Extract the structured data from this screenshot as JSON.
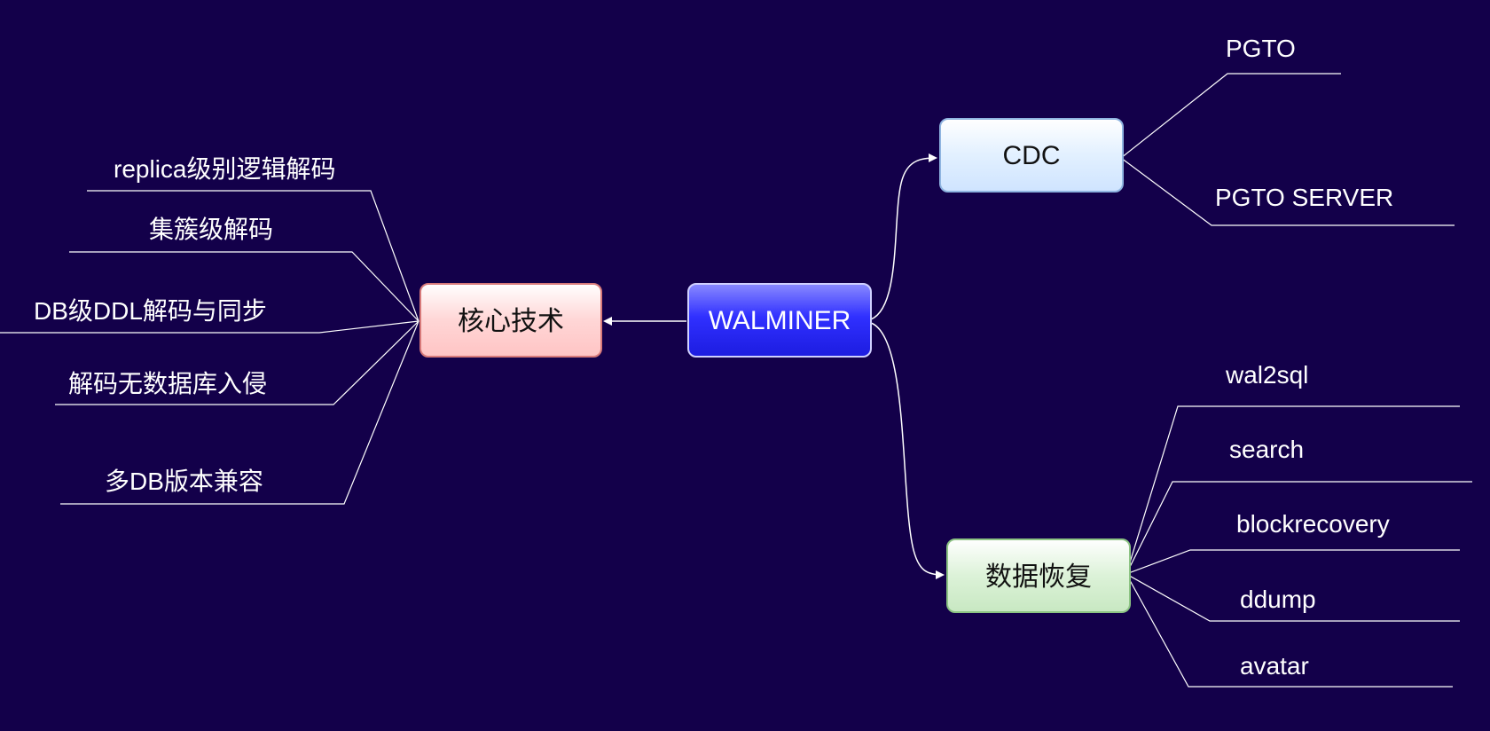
{
  "root": {
    "label": "WALMINER",
    "color": "#2626ff"
  },
  "branches": {
    "core": {
      "label": "核心技术",
      "color": "#ffd4d4",
      "children": [
        "replica级别逻辑解码",
        "集簇级解码",
        "DB级DDL解码与同步",
        "解码无数据库入侵",
        "多DB版本兼容"
      ]
    },
    "cdc": {
      "label": "CDC",
      "color": "#dceeff",
      "children": [
        "PGTO",
        "PGTO SERVER"
      ]
    },
    "recovery": {
      "label": "数据恢复",
      "color": "#d8f0d4",
      "children": [
        "wal2sql",
        "search",
        "blockrecovery",
        "ddump",
        "avatar"
      ]
    }
  },
  "colors": {
    "background": "#13004a",
    "line": "#ffffff",
    "text": "#ffffff"
  }
}
